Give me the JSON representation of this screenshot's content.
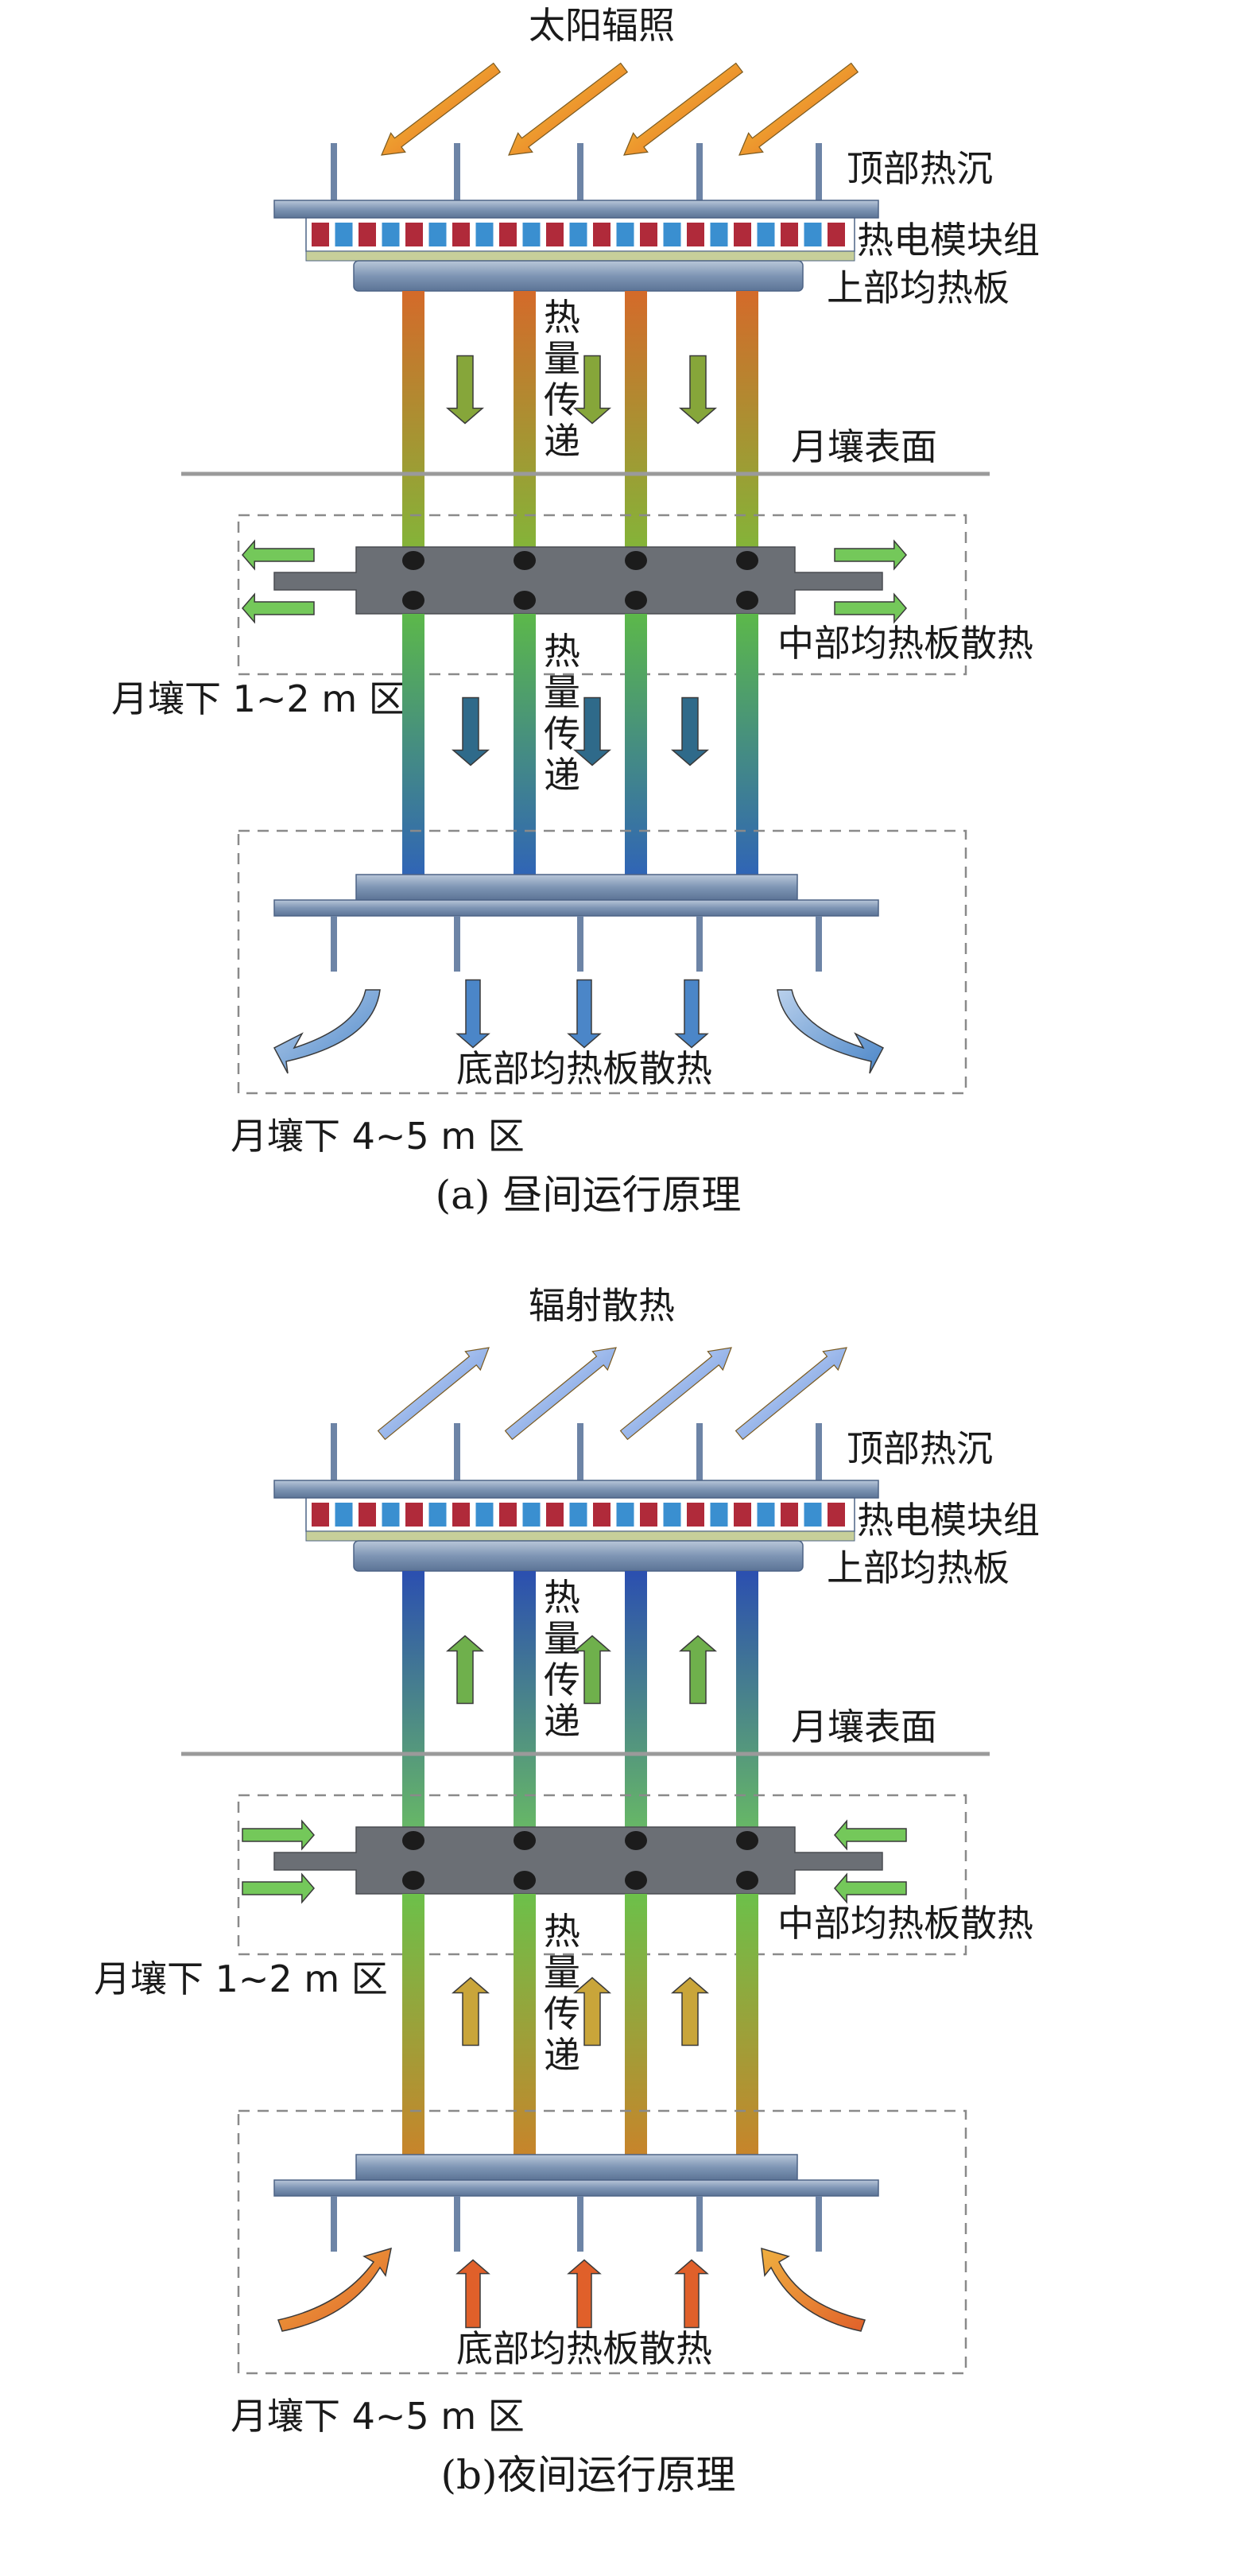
{
  "panels": [
    {
      "mode": "day",
      "caption": "(a) 昼间运行原理",
      "top_label": "太阳辐照",
      "labels": {
        "heat_sink": "顶部热沉",
        "te_modules": "热电模块组",
        "upper_plate": "上部均热板",
        "surface": "月壤表面",
        "mid_plate": "中部均热板散热",
        "zone_mid": "月壤下 1~2 m 区",
        "bottom_plate": "底部均热板散热",
        "zone_bottom": "月壤下 4~5 m 区",
        "transfer_upper": "热量传递",
        "transfer_lower": "热量传递"
      },
      "colors": {
        "upper_pipe_top": "#d46a2a",
        "upper_pipe_bottom": "#7dba3a",
        "lower_pipe_top": "#5cb84a",
        "lower_pipe_bottom": "#2f63b8",
        "radiation_arrow": "#e8601c",
        "side_arrow": "#74c85a",
        "bottom_arrow": "#4b86c8"
      }
    },
    {
      "mode": "night",
      "caption": "(b)夜间运行原理",
      "top_label": "辐射散热",
      "labels": {
        "heat_sink": "顶部热沉",
        "te_modules": "热电模块组",
        "upper_plate": "上部均热板",
        "surface": "月壤表面",
        "mid_plate": "中部均热板散热",
        "zone_mid": "月壤下 1~2 m 区",
        "bottom_plate": "底部均热板散热",
        "zone_bottom": "月壤下 4~5 m 区",
        "transfer_upper": "热量传递",
        "transfer_lower": "热量传递"
      },
      "colors": {
        "upper_pipe_top": "#2b4fb0",
        "upper_pipe_bottom": "#6cc060",
        "lower_pipe_top": "#6cc04a",
        "lower_pipe_bottom": "#c9832a",
        "radiation_arrow": "#5b86d6",
        "side_arrow": "#74c85a",
        "bottom_arrow": "#e0602a"
      }
    }
  ]
}
